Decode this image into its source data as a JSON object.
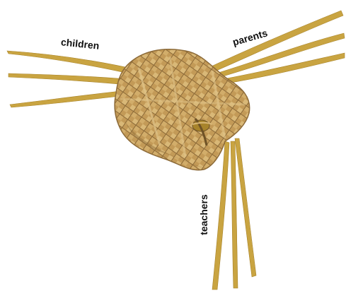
{
  "labels": {
    "children": "children",
    "parents": "parents",
    "teachers": "teachers"
  },
  "colors": {
    "strand": "#c9a441",
    "strand_dark": "#a8842c",
    "weave_light": "#d9b877",
    "weave_mid": "#c39a57",
    "weave_dark": "#8c6a38",
    "text": "#111111"
  }
}
